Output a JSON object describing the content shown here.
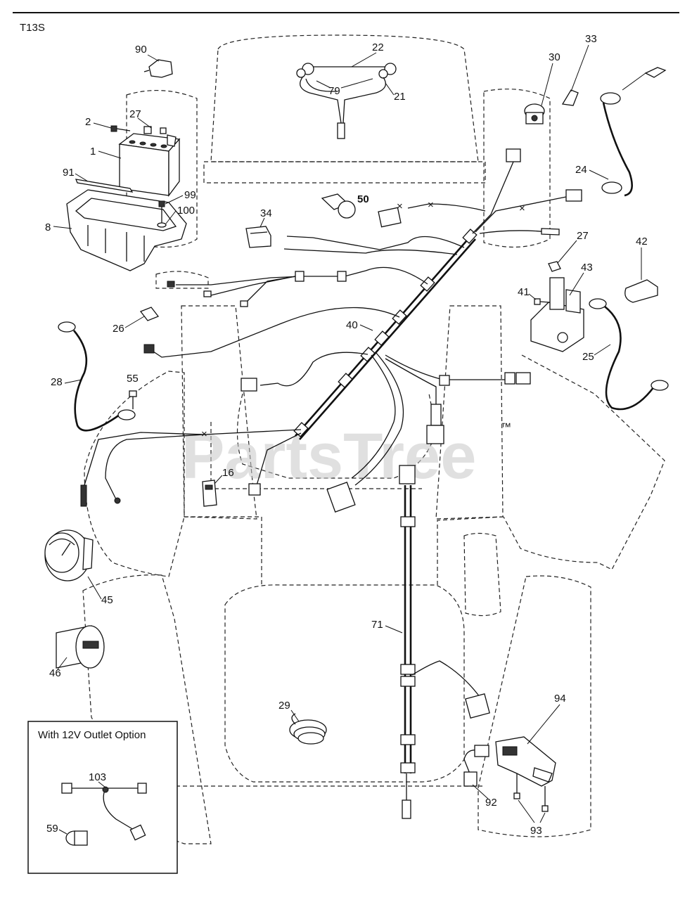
{
  "diagram_code": "T13S",
  "watermark": "PartsTree",
  "watermark_tm": "™",
  "inset_title": "With 12V Outlet Option",
  "part_labels": {
    "p1": "1",
    "p2": "2",
    "p8": "8",
    "p16": "16",
    "p21": "21",
    "p22": "22",
    "p24": "24",
    "p25": "25",
    "p26": "26",
    "p27a": "27",
    "p27b": "27",
    "p28": "28",
    "p29": "29",
    "p30": "30",
    "p33": "33",
    "p34": "34",
    "p40": "40",
    "p41": "41",
    "p42": "42",
    "p43": "43",
    "p45": "45",
    "p46": "46",
    "p50": "50",
    "p55": "55",
    "p59": "59",
    "p71": "71",
    "p79": "79",
    "p90": "90",
    "p91": "91",
    "p92": "92",
    "p93": "93",
    "p94": "94",
    "p99": "99",
    "p100": "100",
    "p103": "103"
  }
}
